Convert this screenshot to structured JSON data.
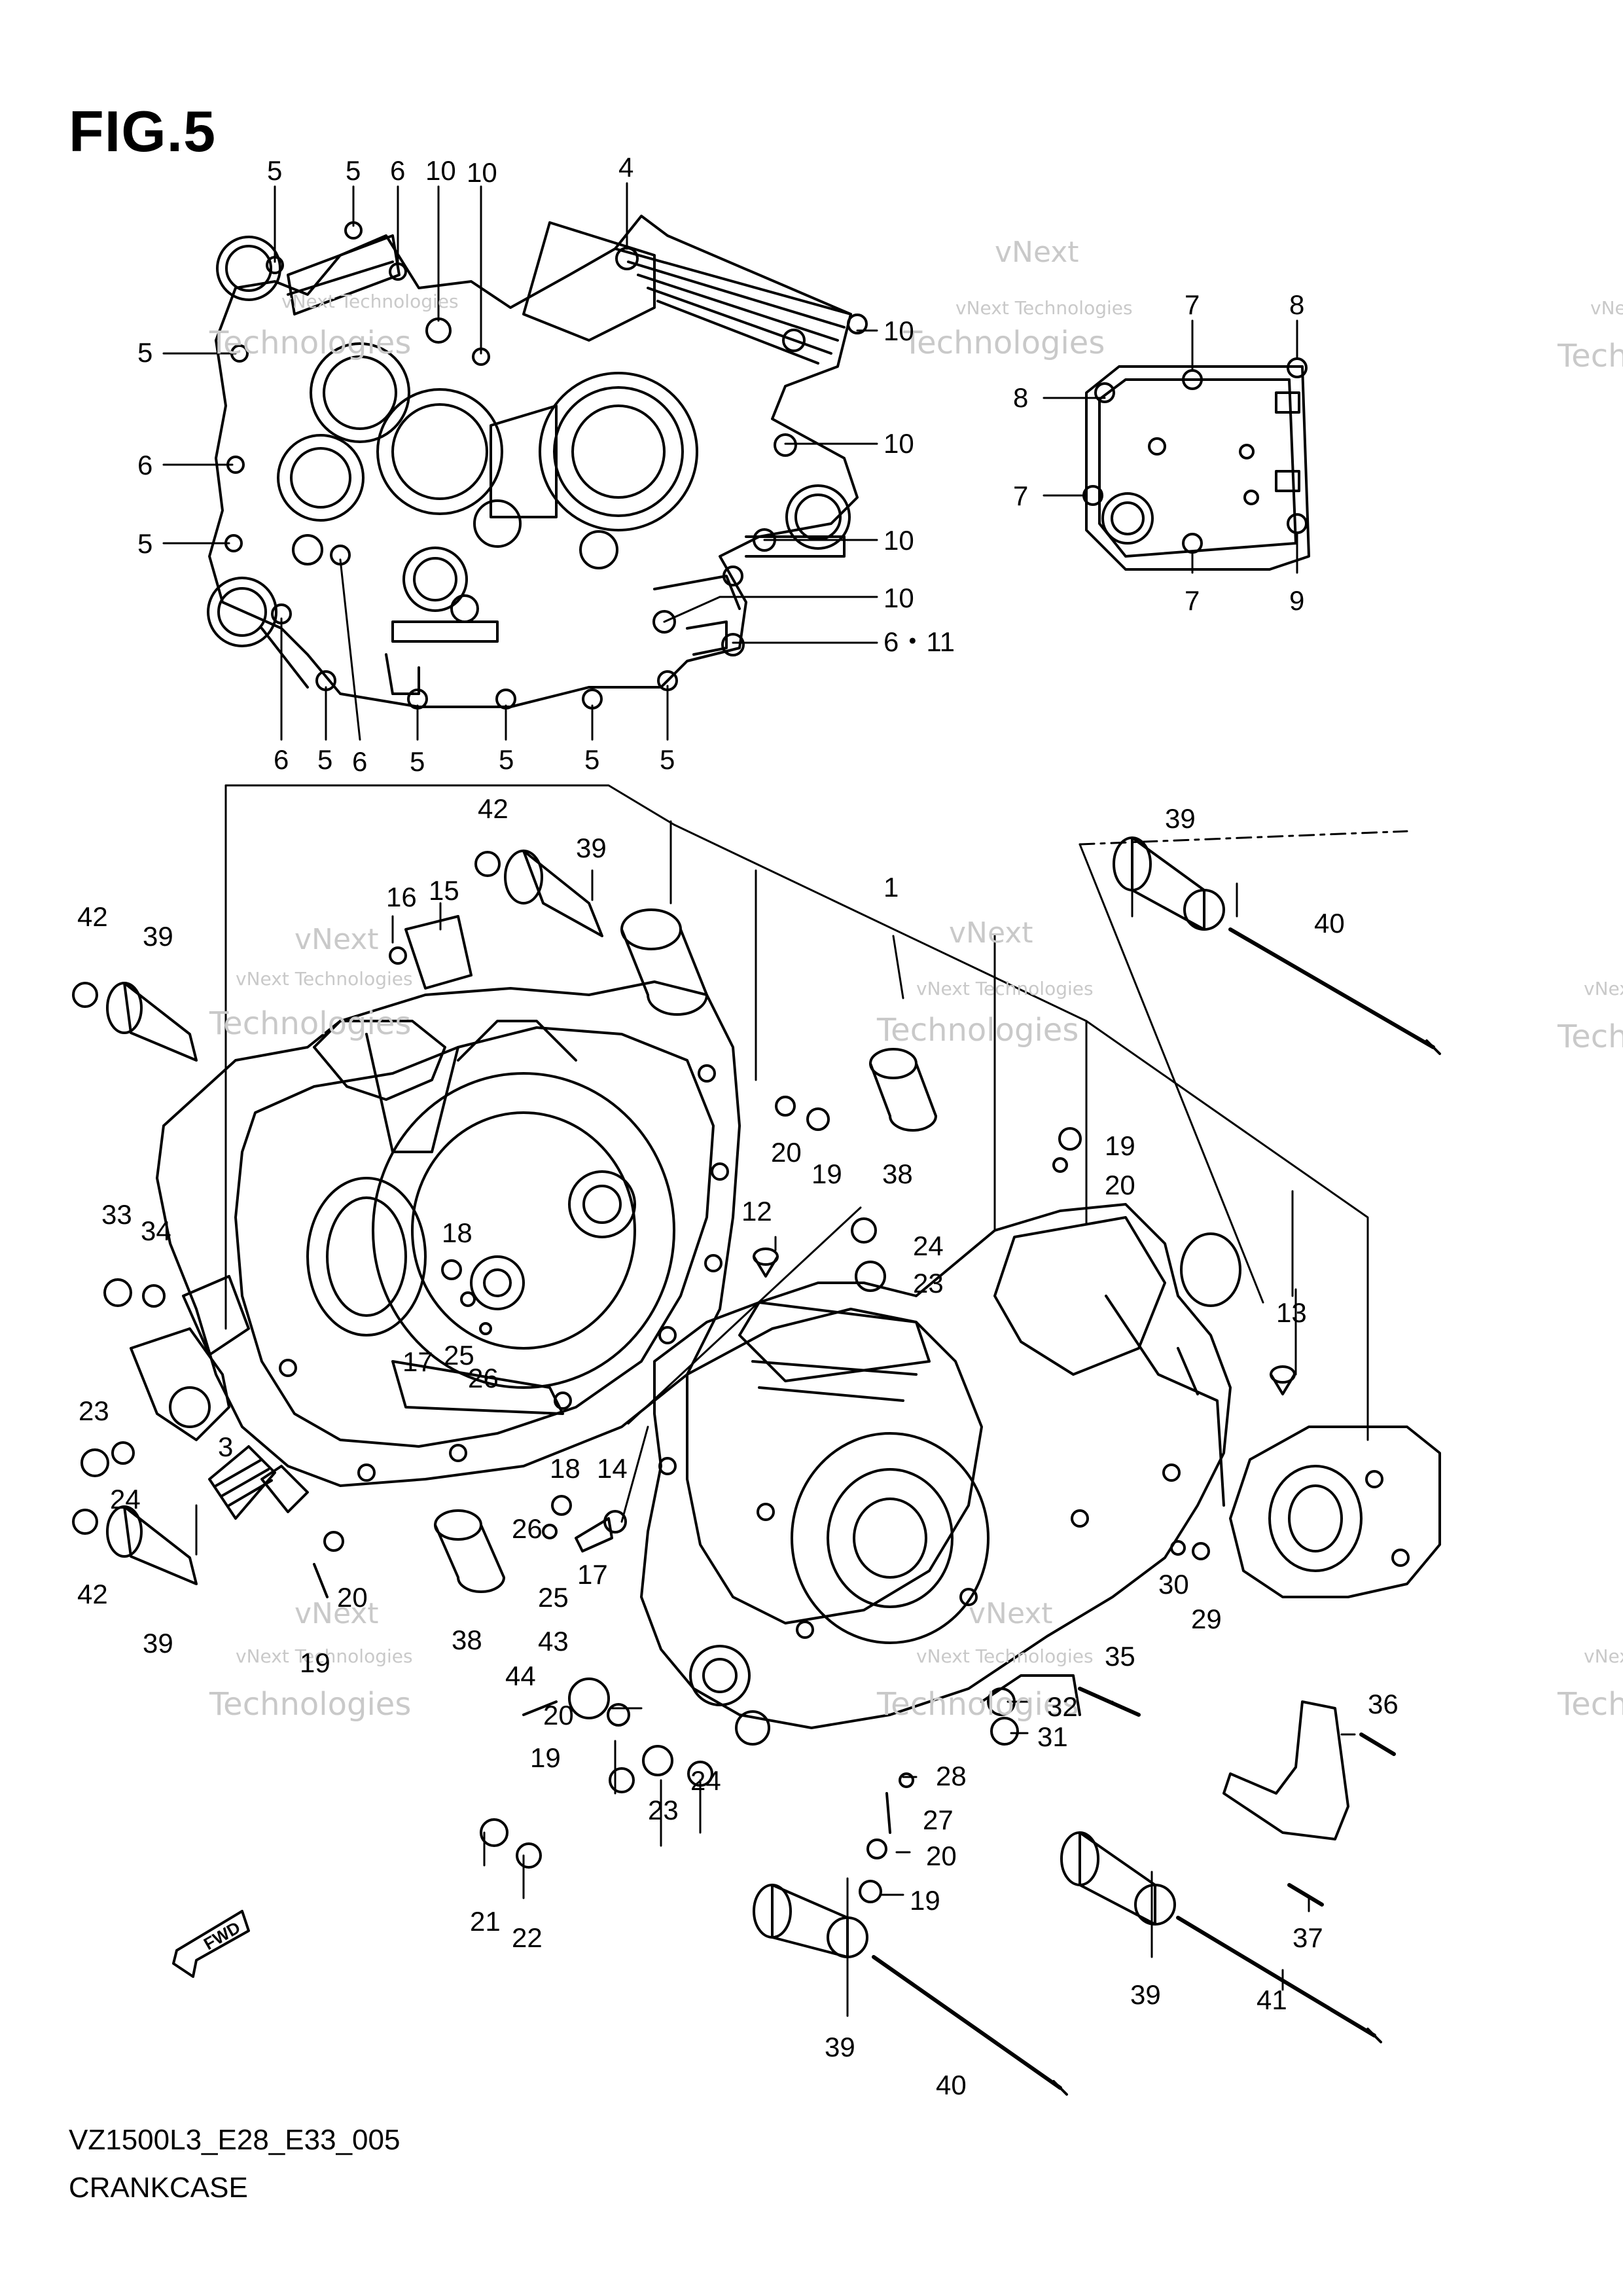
{
  "figure": {
    "title": "FIG.5",
    "model_code": "VZ1500L3_E28_E33_005",
    "assembly_name": "CRANKCASE",
    "fwd_label": "FWD"
  },
  "watermark": {
    "line1": "vNext Technologies",
    "line2": "vNext",
    "line3": "Technologies"
  },
  "callouts": [
    {
      "id": "c1",
      "text": "5"
    },
    {
      "id": "c2",
      "text": "5"
    },
    {
      "id": "c3",
      "text": "6"
    },
    {
      "id": "c4",
      "text": "10"
    },
    {
      "id": "c5",
      "text": "10"
    },
    {
      "id": "c6",
      "text": "4"
    },
    {
      "id": "c7",
      "text": "5"
    },
    {
      "id": "c8",
      "text": "10"
    },
    {
      "id": "c9",
      "text": "6"
    },
    {
      "id": "c10",
      "text": "10"
    },
    {
      "id": "c11",
      "text": "5"
    },
    {
      "id": "c12",
      "text": "10"
    },
    {
      "id": "c13",
      "text": "10"
    },
    {
      "id": "c14",
      "text": "6・11"
    },
    {
      "id": "c15",
      "text": "6"
    },
    {
      "id": "c16",
      "text": "5"
    },
    {
      "id": "c17",
      "text": "6"
    },
    {
      "id": "c18",
      "text": "5"
    },
    {
      "id": "c19",
      "text": "5"
    },
    {
      "id": "c20",
      "text": "5"
    },
    {
      "id": "c21",
      "text": "5"
    },
    {
      "id": "c22",
      "text": "7"
    },
    {
      "id": "c23",
      "text": "8"
    },
    {
      "id": "c24",
      "text": "8"
    },
    {
      "id": "c25",
      "text": "7"
    },
    {
      "id": "c26",
      "text": "7"
    },
    {
      "id": "c27",
      "text": "9"
    },
    {
      "id": "c28",
      "text": "42"
    },
    {
      "id": "c29",
      "text": "39"
    },
    {
      "id": "c30",
      "text": "16"
    },
    {
      "id": "c31",
      "text": "15"
    },
    {
      "id": "c32",
      "text": "1"
    },
    {
      "id": "c33",
      "text": "39"
    },
    {
      "id": "c34",
      "text": "40"
    },
    {
      "id": "c35",
      "text": "42"
    },
    {
      "id": "c36",
      "text": "39"
    },
    {
      "id": "c37",
      "text": "20"
    },
    {
      "id": "c38",
      "text": "19"
    },
    {
      "id": "c39",
      "text": "38"
    },
    {
      "id": "c40",
      "text": "19"
    },
    {
      "id": "c41",
      "text": "20"
    },
    {
      "id": "c42",
      "text": "33"
    },
    {
      "id": "c43",
      "text": "34"
    },
    {
      "id": "c44",
      "text": "18"
    },
    {
      "id": "c45",
      "text": "12"
    },
    {
      "id": "c46",
      "text": "24"
    },
    {
      "id": "c47",
      "text": "23"
    },
    {
      "id": "c48",
      "text": "13"
    },
    {
      "id": "c49",
      "text": "17"
    },
    {
      "id": "c50",
      "text": "25"
    },
    {
      "id": "c51",
      "text": "26"
    },
    {
      "id": "c52",
      "text": "23"
    },
    {
      "id": "c53",
      "text": "24"
    },
    {
      "id": "c54",
      "text": "3"
    },
    {
      "id": "c55",
      "text": "18"
    },
    {
      "id": "c56",
      "text": "14"
    },
    {
      "id": "c57",
      "text": "26"
    },
    {
      "id": "c58",
      "text": "17"
    },
    {
      "id": "c59",
      "text": "25"
    },
    {
      "id": "c60",
      "text": "42"
    },
    {
      "id": "c61",
      "text": "39"
    },
    {
      "id": "c62",
      "text": "20"
    },
    {
      "id": "c63",
      "text": "19"
    },
    {
      "id": "c64",
      "text": "38"
    },
    {
      "id": "c65",
      "text": "43"
    },
    {
      "id": "c66",
      "text": "44"
    },
    {
      "id": "c67",
      "text": "30"
    },
    {
      "id": "c68",
      "text": "29"
    },
    {
      "id": "c69",
      "text": "35"
    },
    {
      "id": "c70",
      "text": "36"
    },
    {
      "id": "c71",
      "text": "20"
    },
    {
      "id": "c72",
      "text": "19"
    },
    {
      "id": "c73",
      "text": "24"
    },
    {
      "id": "c74",
      "text": "23"
    },
    {
      "id": "c75",
      "text": "32"
    },
    {
      "id": "c76",
      "text": "31"
    },
    {
      "id": "c77",
      "text": "28"
    },
    {
      "id": "c78",
      "text": "27"
    },
    {
      "id": "c79",
      "text": "20"
    },
    {
      "id": "c80",
      "text": "19"
    },
    {
      "id": "c81",
      "text": "21"
    },
    {
      "id": "c82",
      "text": "22"
    },
    {
      "id": "c83",
      "text": "39"
    },
    {
      "id": "c84",
      "text": "40"
    },
    {
      "id": "c85",
      "text": "39"
    },
    {
      "id": "c86",
      "text": "41"
    },
    {
      "id": "c87",
      "text": "37"
    }
  ]
}
